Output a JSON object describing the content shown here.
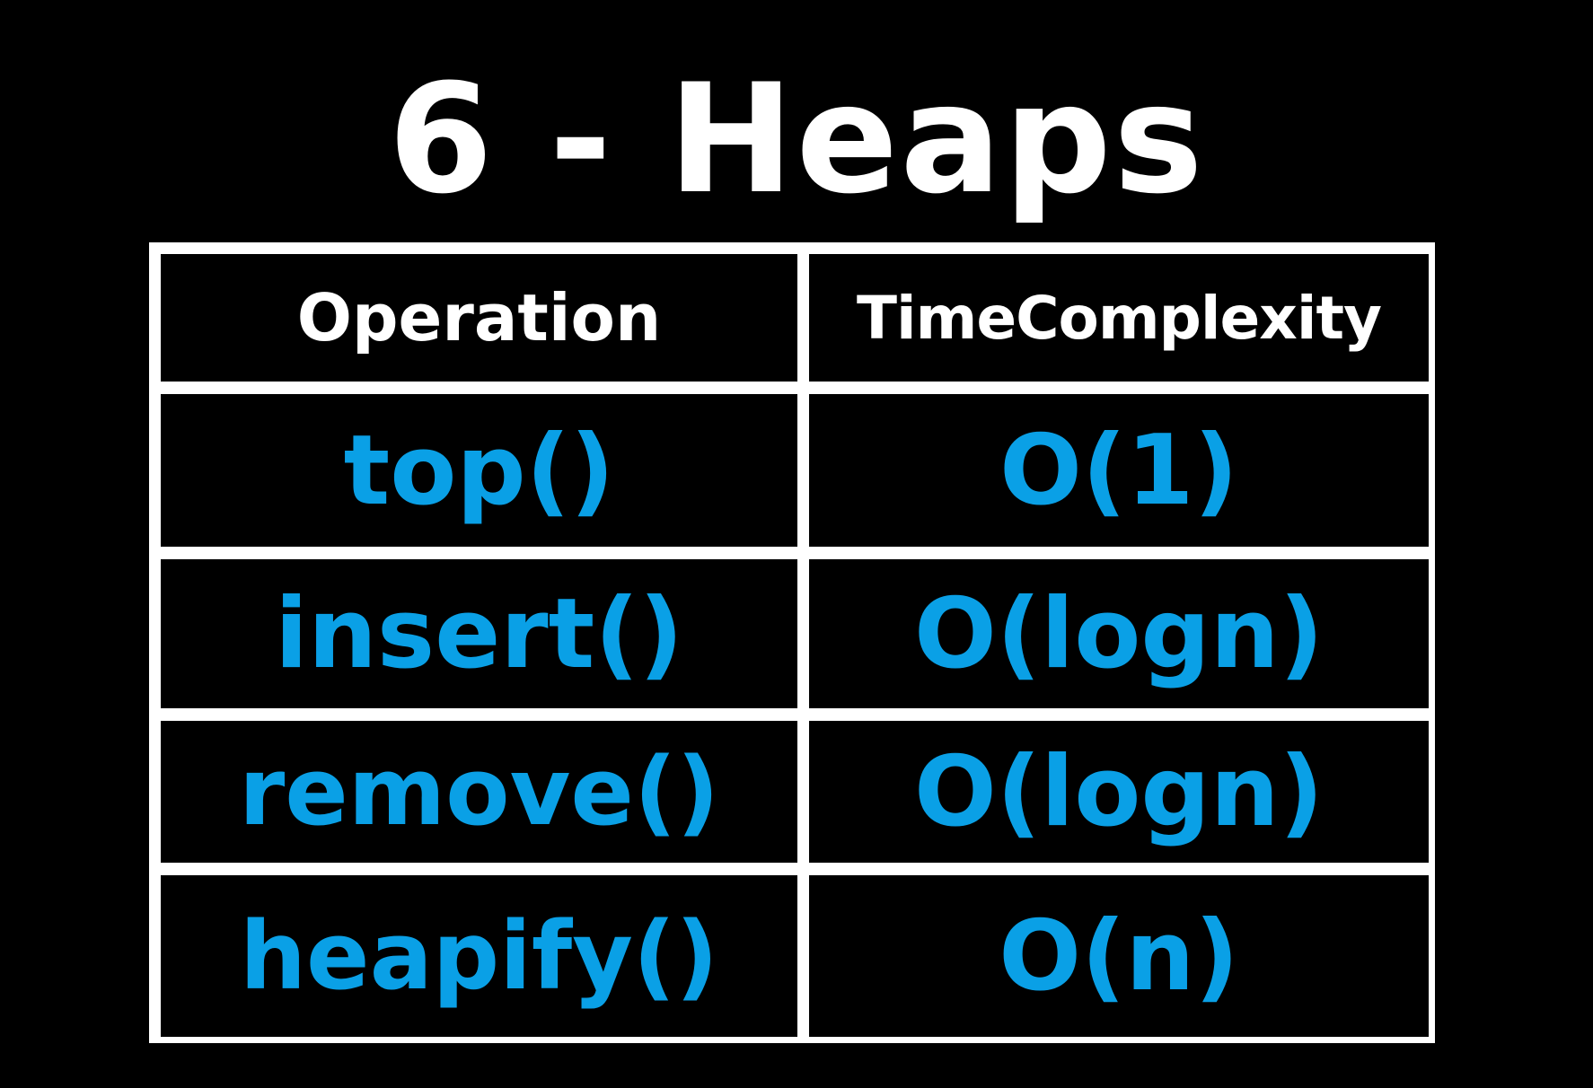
{
  "title": "6 - Heaps",
  "colors": {
    "background": "#000000",
    "text": "#ffffff",
    "accent": "#0aa0e6",
    "grid": "#ffffff"
  },
  "table": {
    "headers": [
      "Operation",
      "TimeComplexity"
    ],
    "rows": [
      {
        "operation": "top()",
        "complexity": "O(1)"
      },
      {
        "operation": "insert()",
        "complexity": "O(logn)"
      },
      {
        "operation": "remove()",
        "complexity": "O(logn)"
      },
      {
        "operation": "heapify()",
        "complexity": "O(n)"
      }
    ]
  }
}
